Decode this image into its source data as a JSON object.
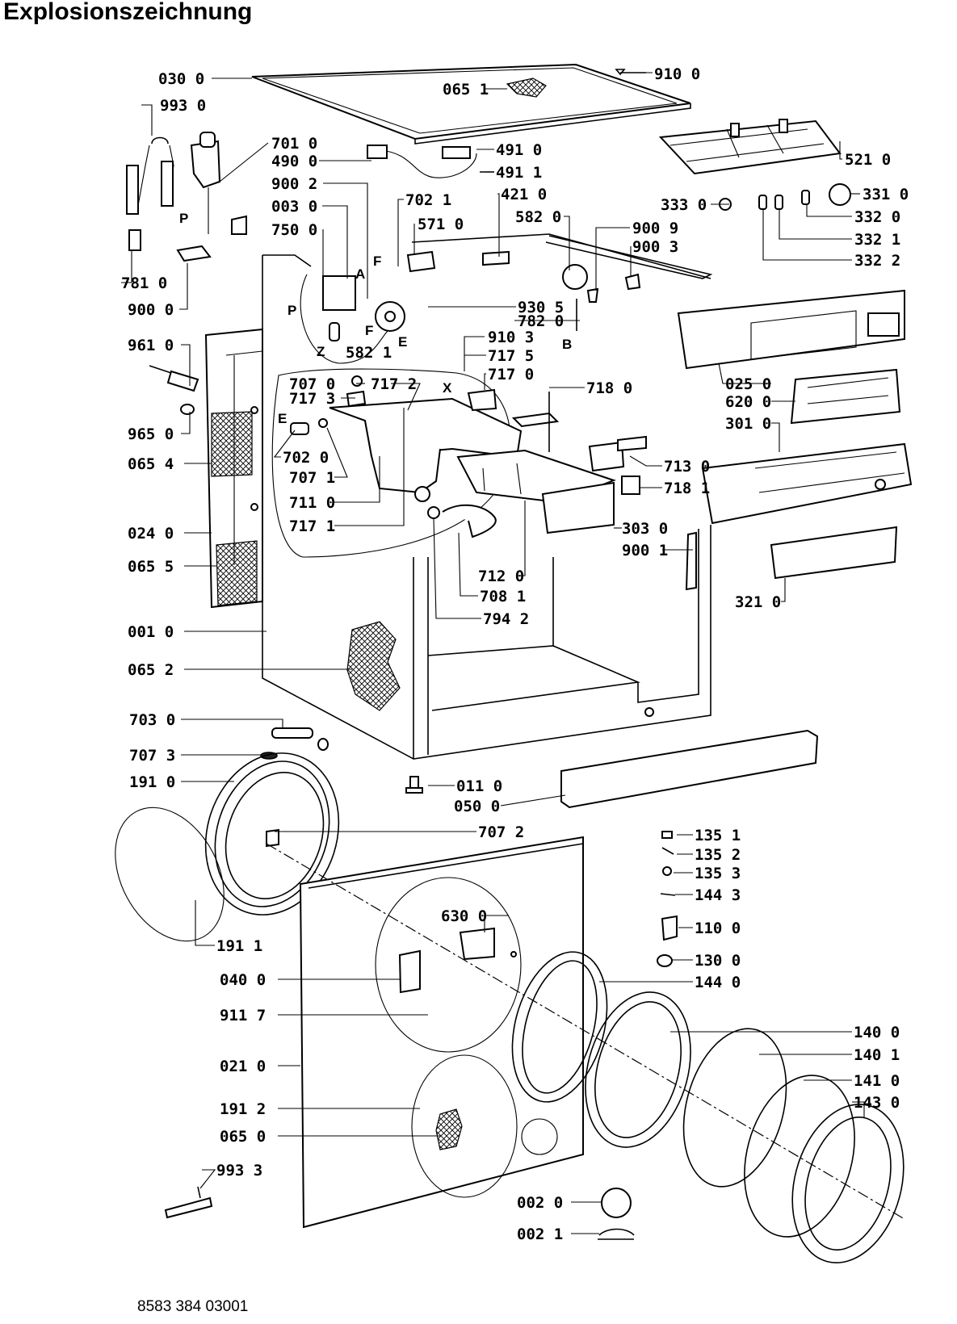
{
  "title": "Explosionszeichnung",
  "document_number": "8583 384 03001",
  "callouts": [
    {
      "id": "030-0",
      "label": "030 0"
    },
    {
      "id": "065-1",
      "label": "065 1"
    },
    {
      "id": "910-0",
      "label": "910 0"
    },
    {
      "id": "993-0",
      "label": "993 0"
    },
    {
      "id": "701-0",
      "label": "701 0"
    },
    {
      "id": "490-0",
      "label": "490 0"
    },
    {
      "id": "491-0",
      "label": "491 0"
    },
    {
      "id": "491-1",
      "label": "491 1"
    },
    {
      "id": "521-0",
      "label": "521 0"
    },
    {
      "id": "900-2",
      "label": "900 2"
    },
    {
      "id": "702-1",
      "label": "702 1"
    },
    {
      "id": "421-0",
      "label": "421 0"
    },
    {
      "id": "333-0",
      "label": "333 0"
    },
    {
      "id": "331-0",
      "label": "331 0"
    },
    {
      "id": "003-0",
      "label": "003 0"
    },
    {
      "id": "571-0",
      "label": "571 0"
    },
    {
      "id": "582-0",
      "label": "582 0"
    },
    {
      "id": "332-0",
      "label": "332 0"
    },
    {
      "id": "750-0",
      "label": "750 0"
    },
    {
      "id": "332-1",
      "label": "332 1"
    },
    {
      "id": "900-9",
      "label": "900 9"
    },
    {
      "id": "900-3",
      "label": "900 3"
    },
    {
      "id": "332-2",
      "label": "332 2"
    },
    {
      "id": "781-0",
      "label": "781 0"
    },
    {
      "id": "900-0",
      "label": "900 0"
    },
    {
      "id": "930-5",
      "label": "930 5"
    },
    {
      "id": "782-0",
      "label": "782 0"
    },
    {
      "id": "961-0",
      "label": "961 0"
    },
    {
      "id": "582-1",
      "label": "582 1"
    },
    {
      "id": "910-3",
      "label": "910 3"
    },
    {
      "id": "717-5",
      "label": "717 5"
    },
    {
      "id": "717-0",
      "label": "717 0"
    },
    {
      "id": "707-0",
      "label": "707 0"
    },
    {
      "id": "717-2",
      "label": "717 2"
    },
    {
      "id": "718-0",
      "label": "718 0"
    },
    {
      "id": "025-0",
      "label": "025 0"
    },
    {
      "id": "717-3",
      "label": "717 3"
    },
    {
      "id": "620-0",
      "label": "620 0"
    },
    {
      "id": "965-0",
      "label": "965 0"
    },
    {
      "id": "301-0",
      "label": "301 0"
    },
    {
      "id": "702-0",
      "label": "702 0"
    },
    {
      "id": "065-4",
      "label": "065 4"
    },
    {
      "id": "707-1",
      "label": "707 1"
    },
    {
      "id": "713-0",
      "label": "713 0"
    },
    {
      "id": "711-0",
      "label": "711 0"
    },
    {
      "id": "718-1",
      "label": "718 1"
    },
    {
      "id": "717-1",
      "label": "717 1"
    },
    {
      "id": "303-0",
      "label": "303 0"
    },
    {
      "id": "024-0",
      "label": "024 0"
    },
    {
      "id": "900-1",
      "label": "900 1"
    },
    {
      "id": "065-5",
      "label": "065 5"
    },
    {
      "id": "712-0",
      "label": "712 0"
    },
    {
      "id": "708-1",
      "label": "708 1"
    },
    {
      "id": "321-0",
      "label": "321 0"
    },
    {
      "id": "794-2",
      "label": "794 2"
    },
    {
      "id": "001-0",
      "label": "001 0"
    },
    {
      "id": "065-2",
      "label": "065 2"
    },
    {
      "id": "703-0",
      "label": "703 0"
    },
    {
      "id": "707-3",
      "label": "707 3"
    },
    {
      "id": "191-0",
      "label": "191 0"
    },
    {
      "id": "011-0",
      "label": "011 0"
    },
    {
      "id": "050-0",
      "label": "050 0"
    },
    {
      "id": "707-2",
      "label": "707 2"
    },
    {
      "id": "135-1",
      "label": "135 1"
    },
    {
      "id": "135-2",
      "label": "135 2"
    },
    {
      "id": "135-3",
      "label": "135 3"
    },
    {
      "id": "144-3",
      "label": "144 3"
    },
    {
      "id": "630-0",
      "label": "630 0"
    },
    {
      "id": "110-0",
      "label": "110 0"
    },
    {
      "id": "191-1",
      "label": "191 1"
    },
    {
      "id": "130-0",
      "label": "130 0"
    },
    {
      "id": "040-0",
      "label": "040 0"
    },
    {
      "id": "144-0",
      "label": "144 0"
    },
    {
      "id": "911-7",
      "label": "911 7"
    },
    {
      "id": "140-0",
      "label": "140 0"
    },
    {
      "id": "140-1",
      "label": "140 1"
    },
    {
      "id": "021-0",
      "label": "021 0"
    },
    {
      "id": "141-0",
      "label": "141 0"
    },
    {
      "id": "191-2",
      "label": "191 2"
    },
    {
      "id": "143-0",
      "label": "143 0"
    },
    {
      "id": "065-0",
      "label": "065 0"
    },
    {
      "id": "993-3",
      "label": "993 3"
    },
    {
      "id": "002-0",
      "label": "002 0"
    },
    {
      "id": "002-1",
      "label": "002 1"
    }
  ],
  "letters": {
    "P1": "P",
    "P2": "P",
    "A": "A",
    "F1": "F",
    "F2": "F",
    "Z": "Z",
    "E1": "E",
    "E2": "E",
    "B": "B",
    "X": "X"
  }
}
